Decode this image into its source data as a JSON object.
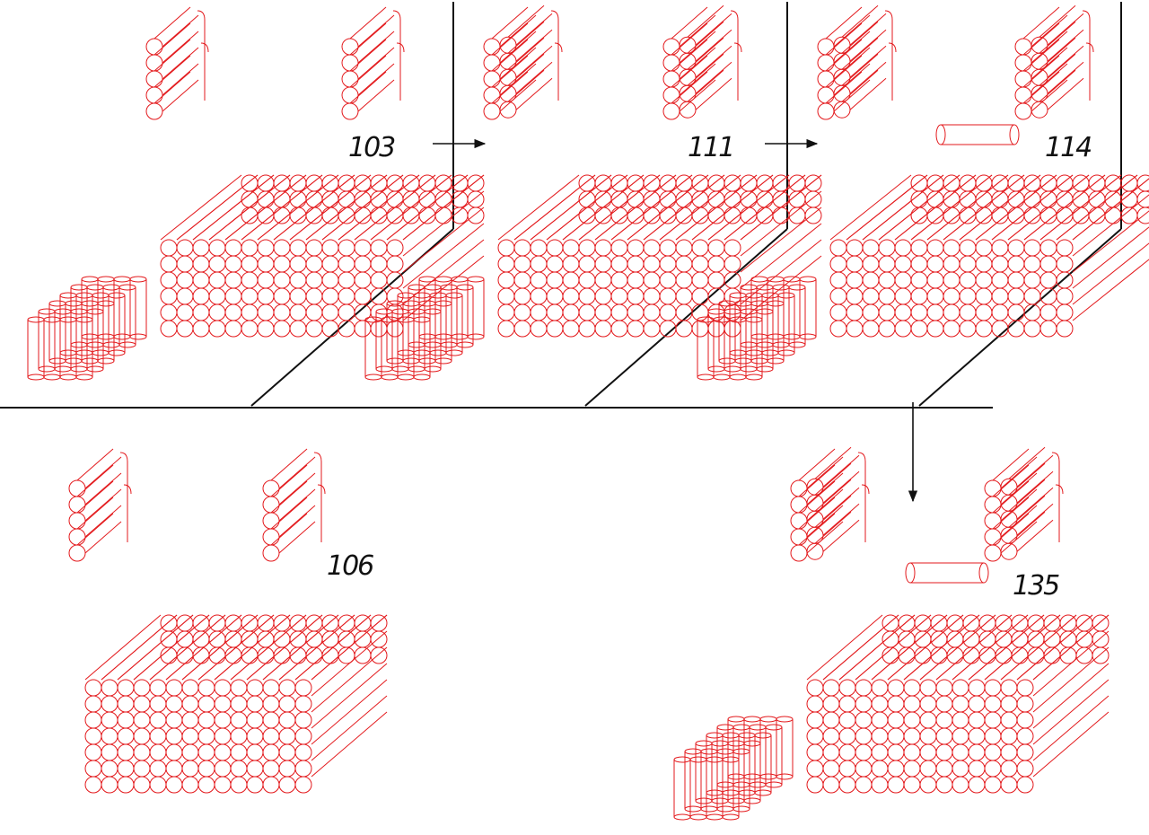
{
  "figure": {
    "labels": [
      "103",
      "111",
      "114",
      "106",
      "135"
    ],
    "colors": {
      "part": "#e3191c",
      "line": "#111111"
    }
  }
}
